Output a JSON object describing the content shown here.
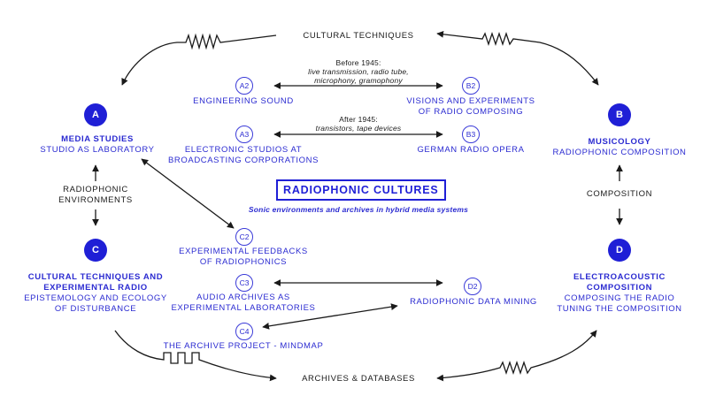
{
  "top_label": "CULTURAL TECHNIQUES",
  "bottom_label": "ARCHIVES & DATABASES",
  "title": "RADIOPHONIC CULTURES",
  "subtitle": "Sonic environments and archives in hybrid media systems",
  "before_1945": {
    "heading": "Before 1945:",
    "line1": "live transmission, radio tube,",
    "line2": "microphony, gramophony"
  },
  "after_1945": {
    "heading": "After 1945:",
    "line1": "transistors, tape devices"
  },
  "node_a": {
    "letter": "A",
    "title": "MEDIA STUDIES",
    "subtitle": "STUDIO AS LABORATORY"
  },
  "node_b": {
    "letter": "B",
    "title": "MUSICOLOGY",
    "subtitle": "RADIOPHONIC COMPOSITION"
  },
  "node_c": {
    "letter": "C",
    "title1": "CULTURAL TECHNIQUES AND",
    "title2": "EXPERIMENTAL RADIO",
    "sub1": "EPISTEMOLOGY AND ECOLOGY",
    "sub2": "OF DISTURBANCE"
  },
  "node_d": {
    "letter": "D",
    "title1": "ELECTROACOUSTIC",
    "title2": "COMPOSITION",
    "sub1": "COMPOSING THE RADIO",
    "sub2": "TUNING THE COMPOSITION"
  },
  "left_link": {
    "line1": "RADIOPHONIC",
    "line2": "ENVIRONMENTS"
  },
  "right_link": {
    "line1": "COMPOSITION"
  },
  "a2": {
    "id": "A2",
    "line1": "ENGINEERING SOUND"
  },
  "a3": {
    "id": "A3",
    "line1": "ELECTRONIC STUDIOS AT",
    "line2": "BROADCASTING CORPORATIONS"
  },
  "b2": {
    "id": "B2",
    "line1": "VISIONS AND EXPERIMENTS",
    "line2": "OF RADIO COMPOSING"
  },
  "b3": {
    "id": "B3",
    "line1": "GERMAN RADIO OPERA"
  },
  "c2": {
    "id": "C2",
    "line1": "EXPERIMENTAL FEEDBACKS",
    "line2": "OF RADIOPHONICS"
  },
  "c3": {
    "id": "C3",
    "line1": "AUDIO ARCHIVES AS",
    "line2": "EXPERIMENTAL LABORATORIES"
  },
  "c4": {
    "id": "C4",
    "line1": "THE ARCHIVE PROJECT - MINDMAP"
  },
  "d2": {
    "id": "D2",
    "line1": "RADIOPHONIC DATA MINING"
  },
  "colors": {
    "accent": "#1f1fd6",
    "text_blue": "#2b2bd1",
    "line": "#1a1a1a"
  }
}
